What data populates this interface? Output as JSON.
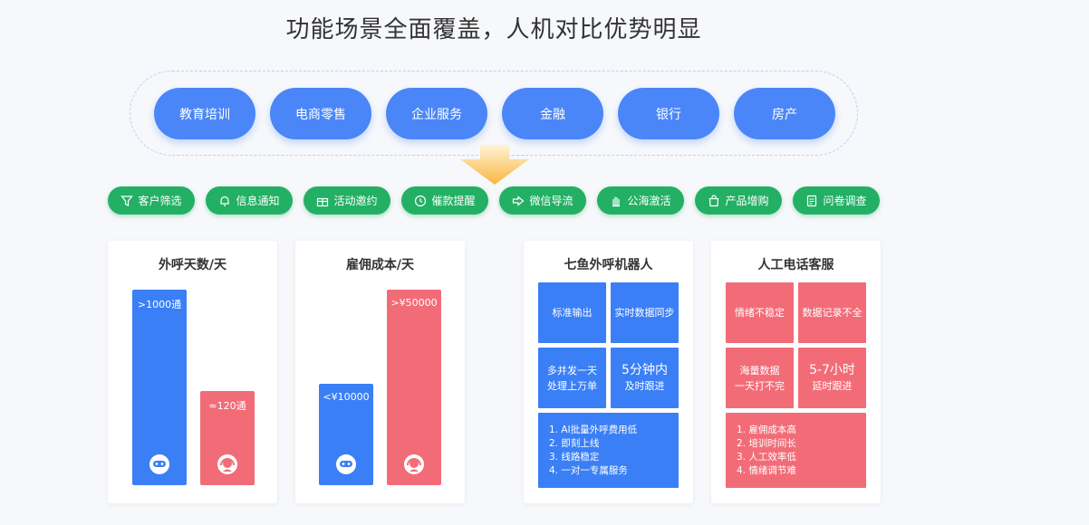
{
  "title": "功能场景全面覆盖，人机对比优势明显",
  "scenes": [
    "教育培训",
    "电商零售",
    "企业服务",
    "金融",
    "银行",
    "房产"
  ],
  "functions": [
    {
      "label": "客户筛选",
      "icon": "filter-icon"
    },
    {
      "label": "信息通知",
      "icon": "bell-icon"
    },
    {
      "label": "活动邀约",
      "icon": "gift-icon"
    },
    {
      "label": "催款提醒",
      "icon": "clock-icon"
    },
    {
      "label": "微信导流",
      "icon": "arrow-right-icon"
    },
    {
      "label": "公海激活",
      "icon": "hand-icon"
    },
    {
      "label": "产品增购",
      "icon": "bag-icon"
    },
    {
      "label": "问卷调查",
      "icon": "document-icon"
    }
  ],
  "colors": {
    "blue": "#3a7ff6",
    "red": "#f26c78",
    "green": "#23b064",
    "scene_blue": "#4a86f7"
  },
  "compare_calls": {
    "title": "外呼天数/天",
    "robot": {
      "label": ">1000通",
      "value": 1000,
      "icon": "robot-icon"
    },
    "human": {
      "label": "≈120通",
      "value": 120,
      "icon": "headset-agent-icon"
    }
  },
  "compare_cost": {
    "title": "雇佣成本/天",
    "robot": {
      "label": "<¥10000",
      "value": 10000,
      "icon": "robot-icon"
    },
    "human": {
      "label": ">¥50000",
      "value": 50000,
      "icon": "headset-agent-icon"
    }
  },
  "robot_card": {
    "title": "七鱼外呼机器人",
    "tiles": [
      "标准输出",
      "实时数据同步",
      "多并发一天",
      "处理上万单",
      "5分钟内",
      "及时跟进"
    ],
    "list": [
      "1. AI批量外呼费用低",
      "2. 即刻上线",
      "3. 线路稳定",
      "4. 一对一专属服务"
    ]
  },
  "human_card": {
    "title": "人工电话客服",
    "tiles": [
      "情绪不稳定",
      "数据记录不全",
      "海量数据",
      "一天打不完",
      "5-7小时",
      "延时跟进"
    ],
    "list": [
      "1. 雇佣成本高",
      "2. 培训时间长",
      "3. 人工效率低",
      "4. 情绪调节难"
    ]
  }
}
